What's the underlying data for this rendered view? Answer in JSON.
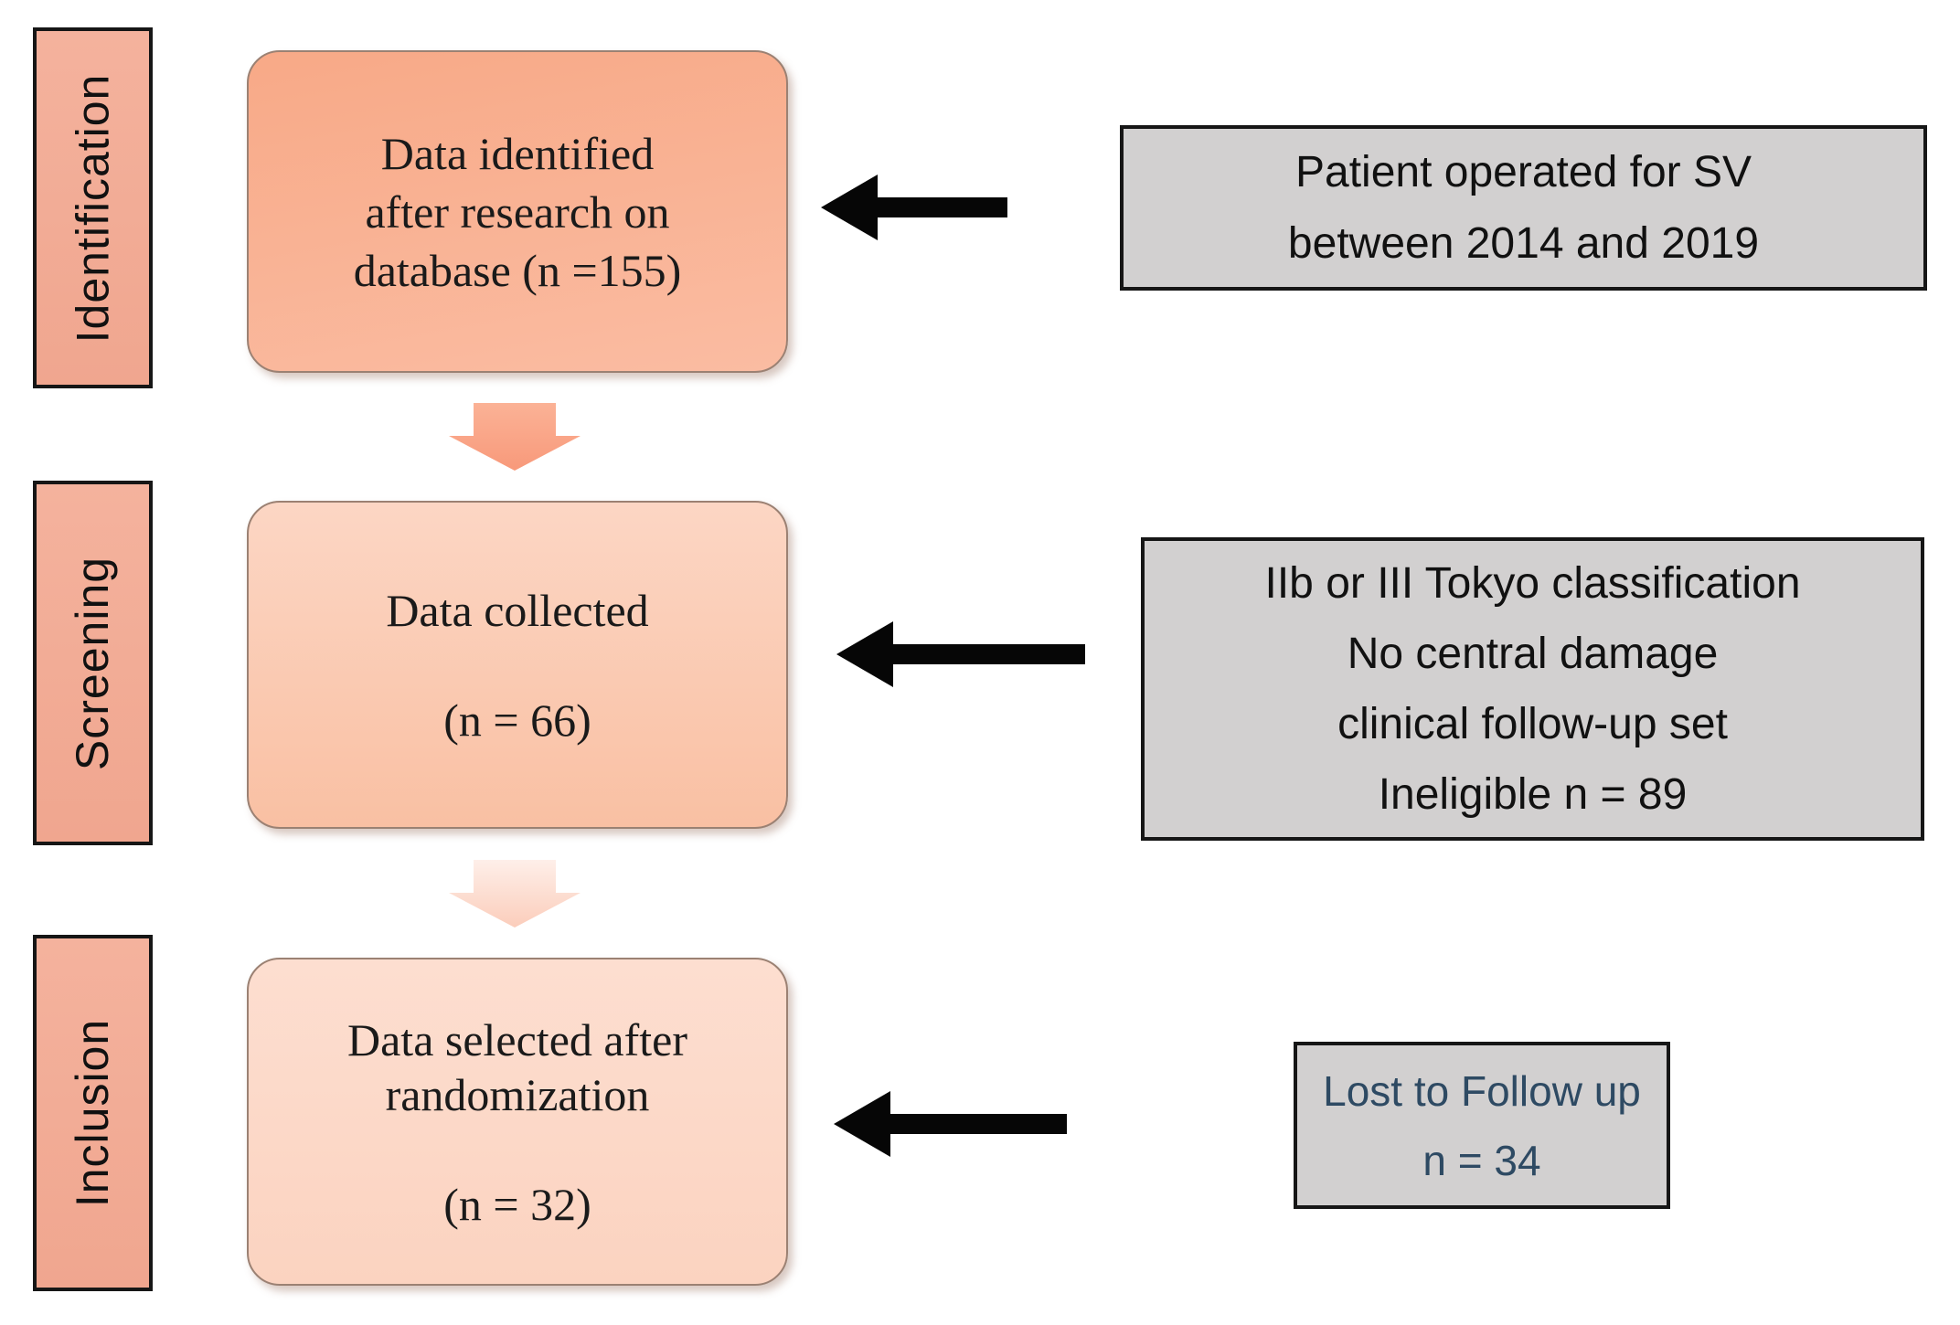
{
  "stages": [
    {
      "label": "Identification"
    },
    {
      "label": "Screening"
    },
    {
      "label": "Inclusion"
    }
  ],
  "flow_boxes": [
    {
      "lines": [
        "Data identified",
        "after research on",
        "database (n =155)"
      ]
    },
    {
      "lines": [
        "Data collected",
        "",
        "(n = 66)"
      ]
    },
    {
      "lines": [
        "Data selected after",
        "randomization",
        "",
        "(n = 32)"
      ]
    }
  ],
  "note_boxes": [
    {
      "lines": [
        "Patient operated for SV",
        "between 2014 and 2019"
      ]
    },
    {
      "lines": [
        "IIb or III Tokyo classification",
        "No central damage",
        "clinical follow-up set",
        "Ineligible n = 89"
      ]
    },
    {
      "lines": [
        "Lost to Follow up",
        "n = 34"
      ]
    }
  ],
  "colors": {
    "stage_fill": "#F2AB95",
    "flow_box_1_fill": "#F8AB89",
    "flow_box_2_fill": "#FACBB4",
    "flow_box_3_fill": "#FCD8C6",
    "note_fill": "#D2D0D0",
    "note_border": "#161616",
    "lost_followup_text": "#2E4A63",
    "down_arrow_1": "#F89D7C",
    "down_arrow_2": "#FBCDBB",
    "black_arrow": "#060606"
  }
}
